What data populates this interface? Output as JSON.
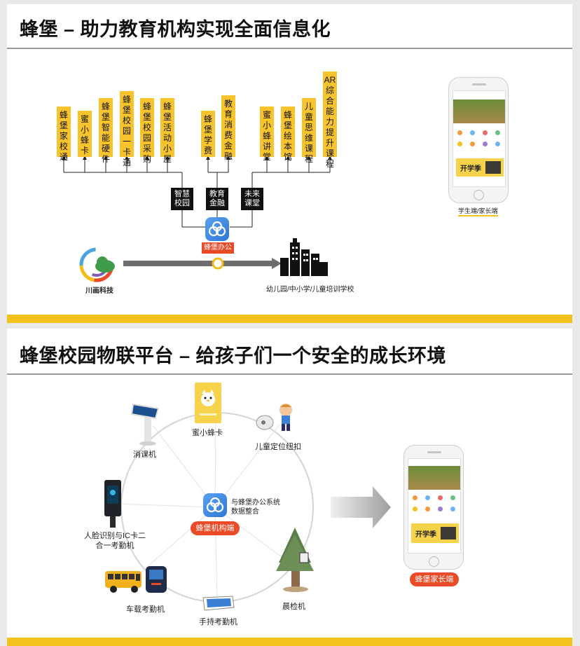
{
  "slide1": {
    "title": "蜂堡 – 助力教育机构实现全面信息化",
    "products": [
      "蜂堡家校通",
      "蜜小蜂卡",
      "蜂堡智能硬件",
      "蜂堡校园一卡通",
      "蜂堡校园采购",
      "蜂堡活动小屋",
      "蜂堡学费",
      "教育消费金融",
      "蜜小蜂讲堂",
      "蜂堡绘本馆",
      "儿童思维课程",
      "AR综合能力提升课程"
    ],
    "branches": [
      "智慧校园",
      "教育金融",
      "未来课堂"
    ],
    "hub_label": "蜂堡办公",
    "company_logo_text": "川画科技",
    "target_label": "幼儿园/中小学/儿童培训学校",
    "phone_label": "学生端/家长端",
    "colors": {
      "accent_yellow": "#f4c21c",
      "hub_red": "#e84a25",
      "hub_blue": "#3a86e0"
    }
  },
  "slide2": {
    "title": "蜂堡校园物联平台 – 给孩子们一个安全的成长环境",
    "devices": {
      "card": "蜜小蜂卡",
      "button": "儿童定位纽扣",
      "kiosk": "消课机",
      "face": "人脸识别与IC卡二合一考勤机",
      "bus": "车载考勤机",
      "handheld": "手持考勤机",
      "morning": "晨检机"
    },
    "hub_note": "与蜂堡办公系统数据整合",
    "hub_label": "蜂堡机构端",
    "parent_label": "蜂堡家长端",
    "promo_text": "开学季"
  },
  "icons": [
    "cloud-hub-icon",
    "city-buildings-icon",
    "company-logo-icon",
    "arrow-right-icon"
  ]
}
